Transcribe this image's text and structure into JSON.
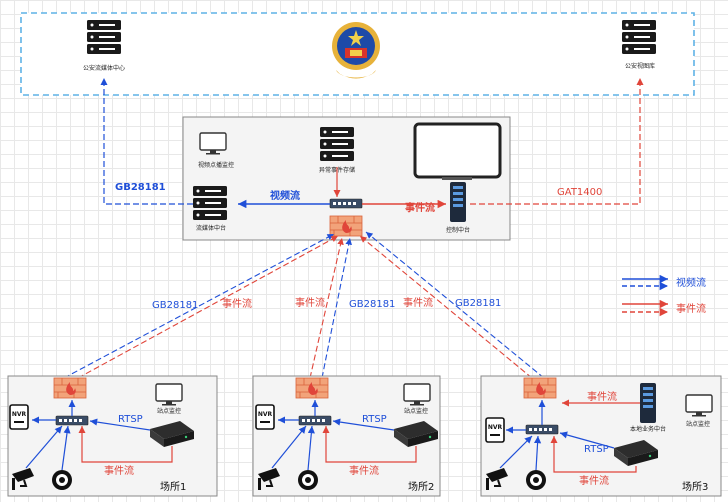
{
  "top": {
    "left_server_label": "公安流媒体中心",
    "right_server_label": "公安视图库"
  },
  "center": {
    "monitor_label": "视频点播监控",
    "storage_label": "异常事件存储",
    "media_platform_label": "流媒体中台",
    "control_label": "控制中台"
  },
  "flows": {
    "gb28181_top": "GB28181",
    "gat1400_top": "GAT1400",
    "video_center": "视频流",
    "event_center": "事件流",
    "gb28181_s1": "GB28181",
    "event_s1": "事件流",
    "event_s2": "事件流",
    "gb28181_s2": "GB28181",
    "event_s3": "事件流",
    "gb28181_s3": "GB28181"
  },
  "legend": {
    "video": "视频流",
    "event": "事件流"
  },
  "sites": [
    {
      "name": "场所1",
      "nvr": "NVR",
      "rtsp": "RTSP",
      "event": "事件流",
      "monitor": "站点监控"
    },
    {
      "name": "场所2",
      "nvr": "NVR",
      "rtsp": "RTSP",
      "event": "事件流",
      "monitor": "站点监控"
    },
    {
      "name": "场所3",
      "nvr": "NVR",
      "rtsp": "RTSP",
      "event": "事件流",
      "monitor": "站点监控",
      "local_platform": "本地业务中台",
      "event_local": "事件流"
    }
  ],
  "colors": {
    "blue": "#1f4fd8",
    "red": "#e0453a",
    "top_border": "#5fb2e6"
  }
}
